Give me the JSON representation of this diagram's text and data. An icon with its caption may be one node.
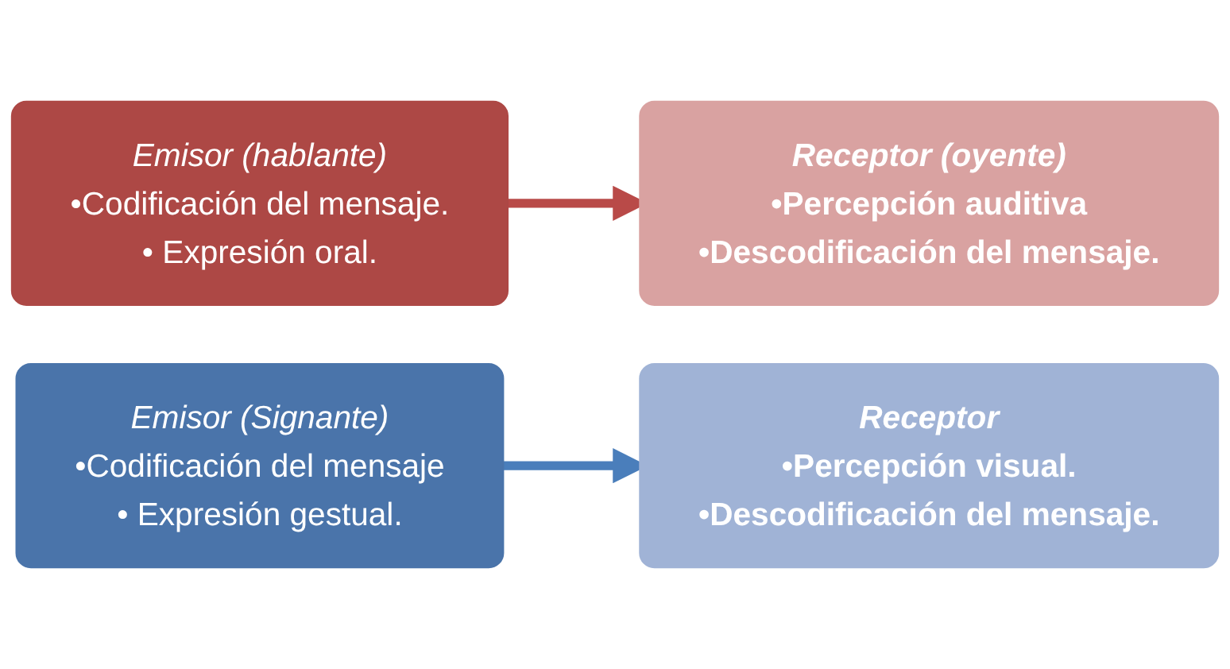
{
  "diagram": {
    "nodes": [
      {
        "text": [
          "Emisor (hablante)",
          "•Codificación del mensaje.",
          "• Expresión oral."
        ]
      },
      {
        "text": [
          "Receptor (oyente)",
          "•Percepción auditiva",
          "•Descodificación del mensaje."
        ]
      },
      {
        "text": [
          "Emisor (Signante)",
          "•Codificación del mensaje",
          "• Expresión gestual."
        ]
      },
      {
        "text": [
          "Receptor",
          "•Percepción visual.",
          "•Descodificación del mensaje."
        ]
      }
    ],
    "edges": [
      {
        "from": 0,
        "to": 1,
        "arrow": "to",
        "color": "#b94a48"
      },
      {
        "from": 2,
        "to": 3,
        "arrow": "to",
        "color": "#4a7ebb"
      }
    ]
  }
}
